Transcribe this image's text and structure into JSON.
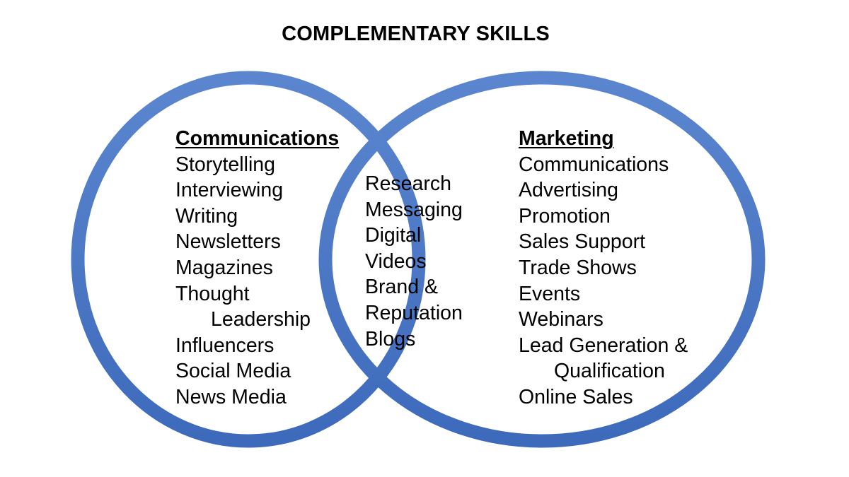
{
  "title": "COMPLEMENTARY SKILLS",
  "colors": {
    "circle_stroke": "#4472C4",
    "text": "#000000",
    "background": "#ffffff"
  },
  "left": {
    "heading": "Communications",
    "items": [
      "Storytelling",
      "Interviewing",
      "Writing",
      "Newsletters",
      "Magazines",
      "Thought",
      "Leadership",
      "Influencers",
      "Social Media",
      "News Media"
    ]
  },
  "middle": {
    "items": [
      "Research",
      "Messaging",
      "Digital",
      "Videos",
      "Brand &",
      "Reputation",
      "Blogs"
    ]
  },
  "right": {
    "heading": "Marketing",
    "items": [
      "Communications",
      "Advertising",
      "Promotion",
      "Sales Support",
      "Trade Shows",
      "Events",
      "Webinars",
      "Lead Generation &",
      "Qualification",
      "Online Sales"
    ]
  }
}
